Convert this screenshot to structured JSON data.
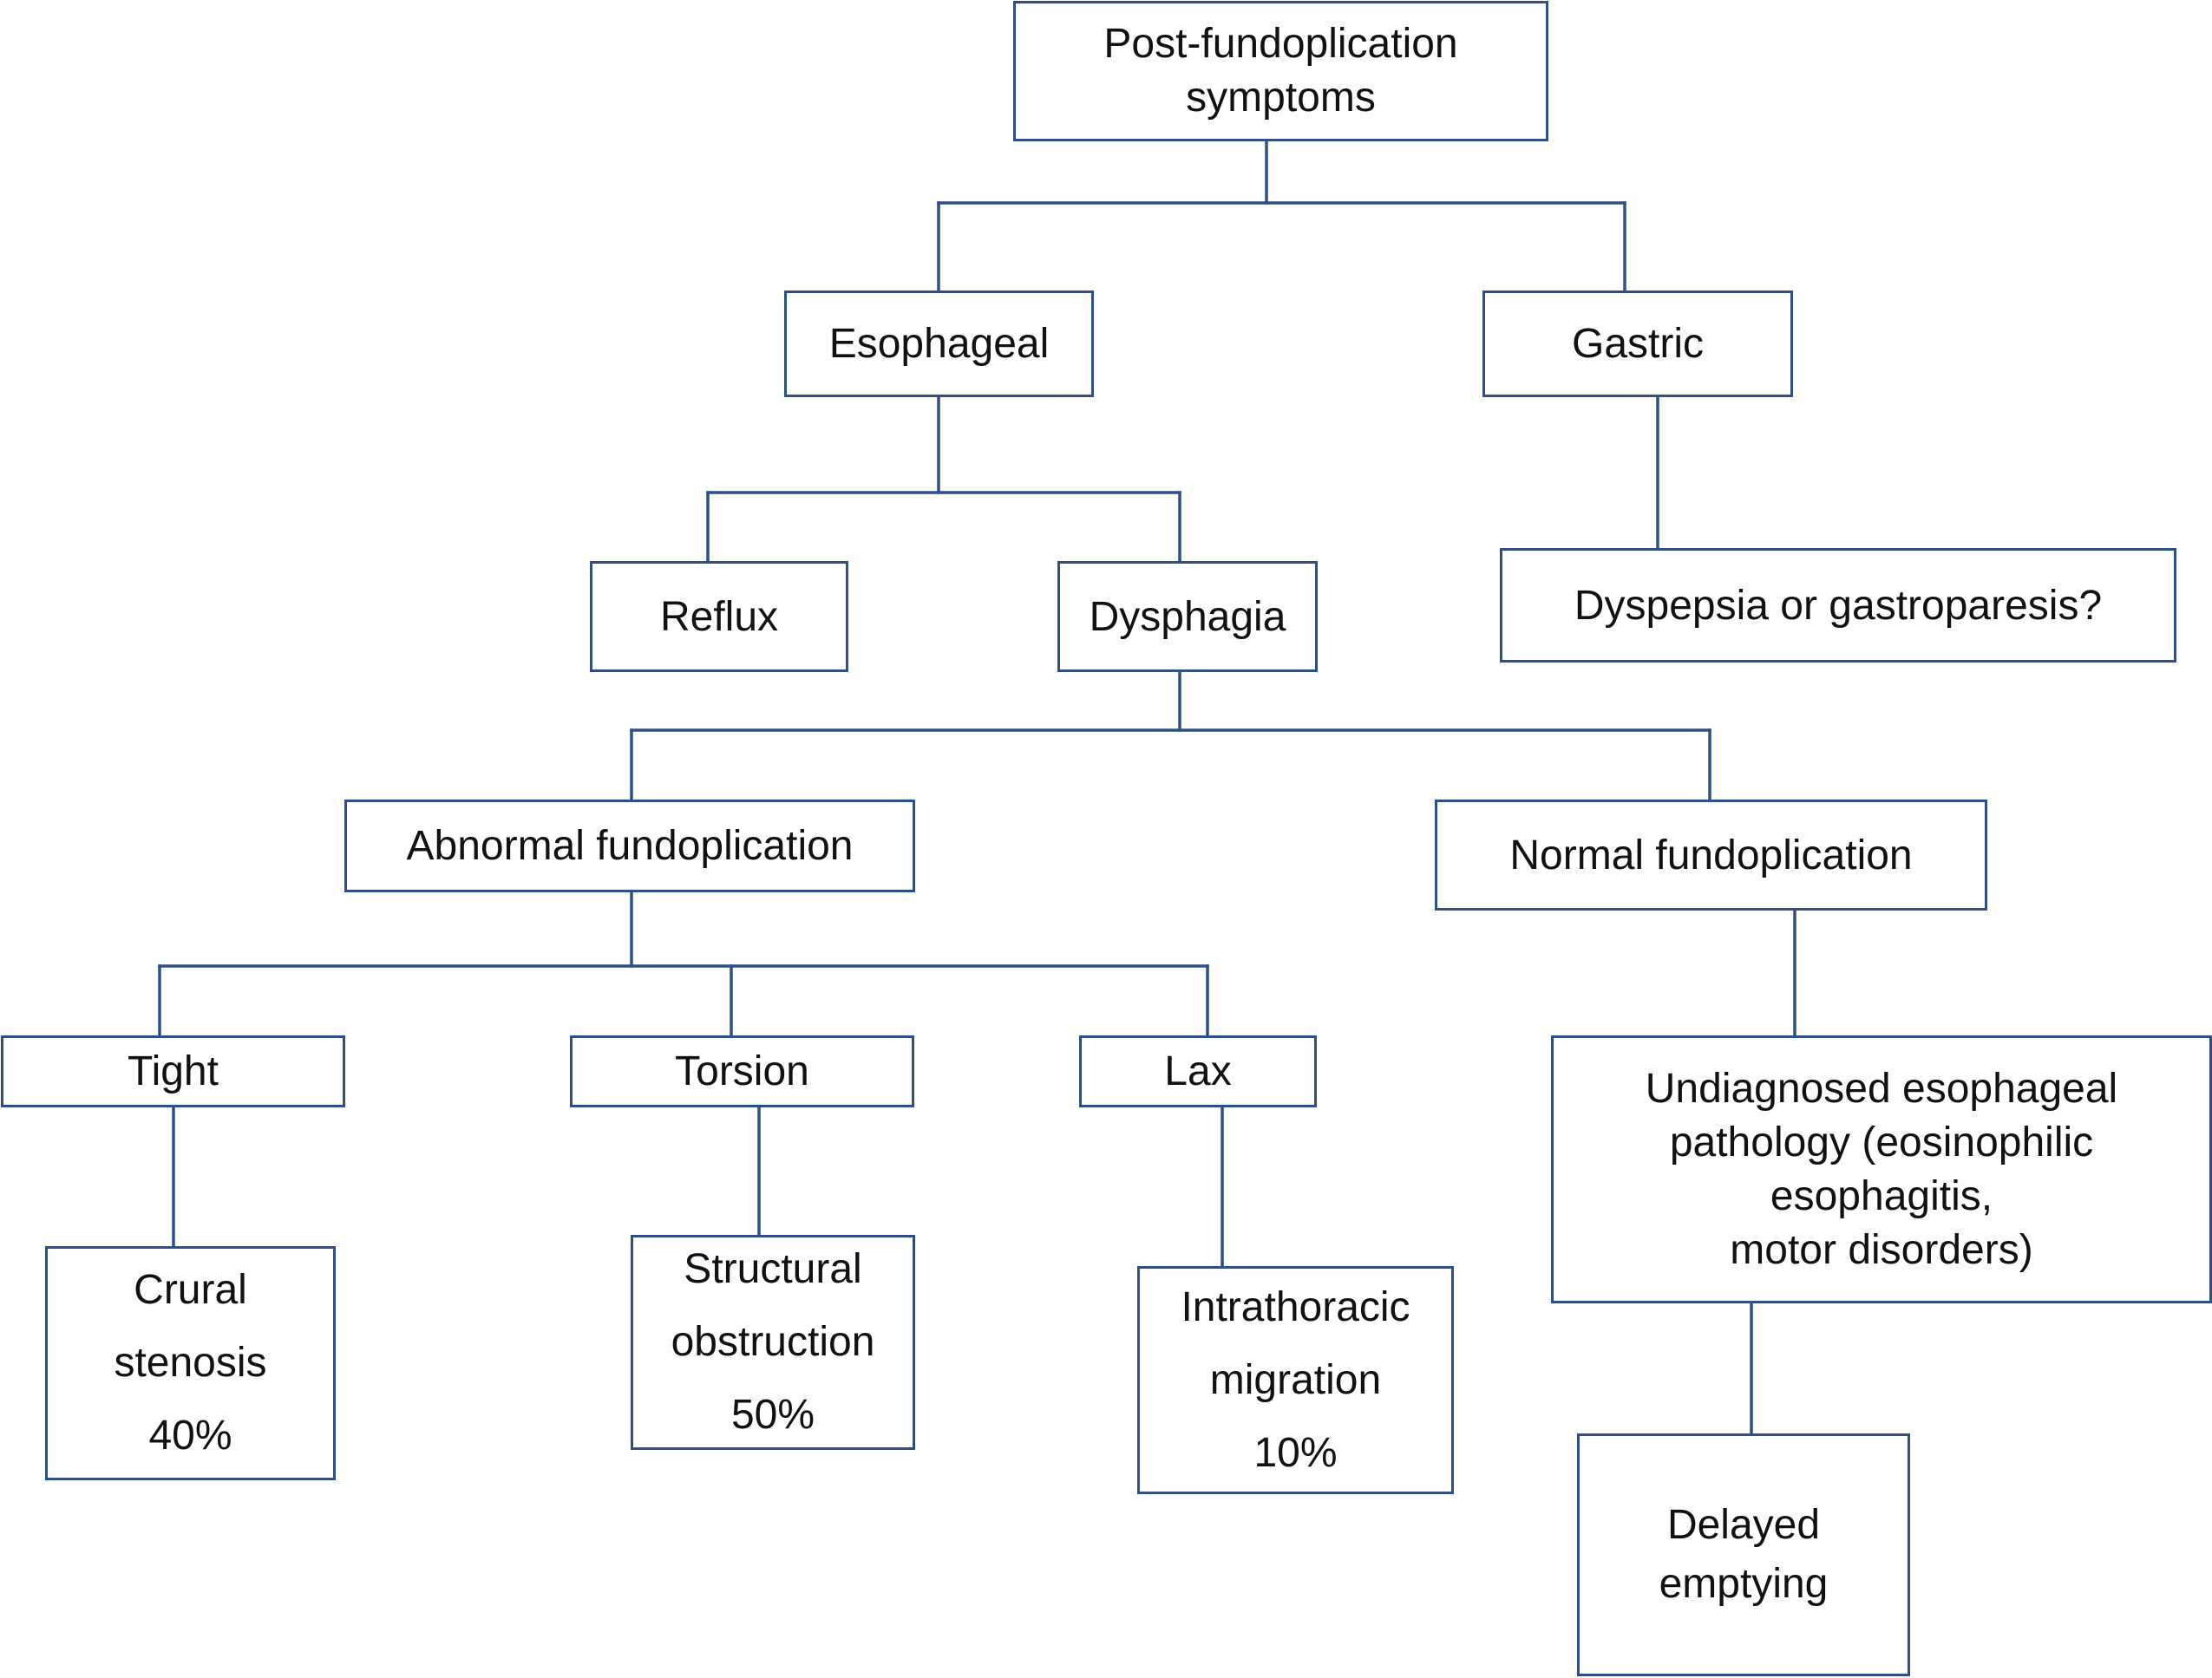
{
  "root": {
    "line1": "Post-fundoplication",
    "line2": "symptoms"
  },
  "esophageal": "Esophageal",
  "gastric": "Gastric",
  "reflux": "Reflux",
  "dysphagia": "Dysphagia",
  "dyspepsia": "Dyspepsia or gastroparesis?",
  "abnormal": "Abnormal fundoplication",
  "normal": "Normal fundoplication",
  "tight": "Tight",
  "torsion": "Torsion",
  "lax": "Lax",
  "crural": {
    "line1": "Crural",
    "line2": "stenosis",
    "pct": "40%"
  },
  "structural": {
    "line1": "Structural",
    "line2": "obstruction",
    "pct": "50%"
  },
  "intrathoracic": {
    "line1": "Intrathoracic",
    "line2": "migration",
    "pct": "10%"
  },
  "undiagnosed": {
    "line1": "Undiagnosed esophageal",
    "line2": "pathology (eosinophilic",
    "line3": "esophagitis,",
    "line4": "motor disorders)"
  },
  "delayed": {
    "line1": "Delayed",
    "line2": "emptying"
  },
  "colors": {
    "stroke": "#2f4f8a",
    "text": "#111111",
    "background": "#ffffff"
  }
}
